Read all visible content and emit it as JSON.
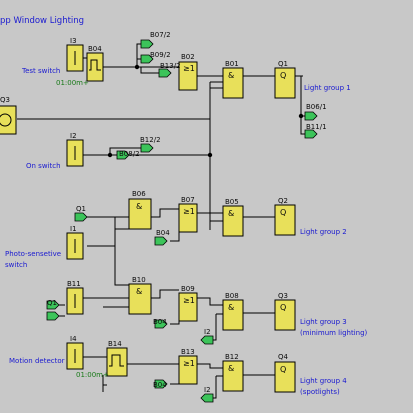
{
  "title": "pp Window Lighting",
  "inputs": {
    "test_switch": "Test switch",
    "on_switch": "On switch",
    "photo_line1": "Photo-sensetive",
    "photo_line2": "switch",
    "motion_detector": "Motion detector"
  },
  "timers": {
    "t1": "01:00m+",
    "t2": "01:00m+"
  },
  "outputs": {
    "lg1": "Light group 1",
    "lg2": "Light group 2",
    "lg3a": "Light group 3",
    "lg3b": "(minimum lighting)",
    "lg4a": "Light group 4",
    "lg4b": "(spotlights)"
  },
  "block_names": {
    "I3": "I3",
    "B04a": "B04",
    "B07_2": "B07/2",
    "B09_2": "B09/2",
    "B13_2": "B13/2",
    "B02": "B02",
    "B01": "B01",
    "Q1": "Q1",
    "Q3": "Q3",
    "B06_1": "B06/1",
    "B11_1": "B11/1",
    "I2": "I2",
    "B12_2": "B12/2",
    "B08_2": "B08/2",
    "B06": "B06",
    "B07": "B07",
    "B05": "B05",
    "Q2": "Q2",
    "Q1in": "Q1",
    "I1": "I1",
    "B04b": "B04",
    "B11": "B11",
    "B10": "B10",
    "B09": "B09",
    "B08": "B08",
    "Q3b": "Q3",
    "Q1c": "Q1",
    "B04c": "B04",
    "I2b": "I2",
    "I4": "I4",
    "B14": "B14",
    "B13": "B13",
    "B12": "B12",
    "Q4": "Q4",
    "B04d": "B04",
    "I2c": "I2"
  },
  "gate_symbols": {
    "and": "&",
    "or": "≥1",
    "out": "Q",
    "inp": "I"
  }
}
